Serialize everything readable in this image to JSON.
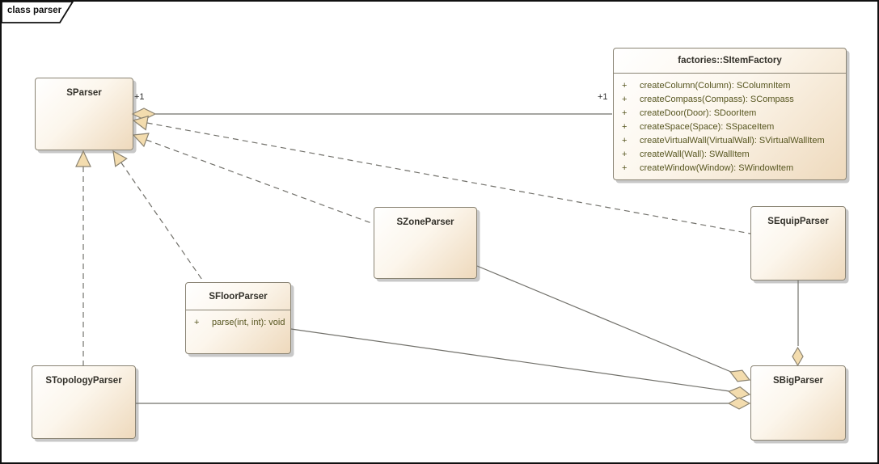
{
  "tab": {
    "label": "class parser"
  },
  "classes": {
    "sparser": {
      "name": "SParser"
    },
    "sitemfactory": {
      "name": "factories::SItemFactory",
      "methods": [
        {
          "visibility": "+",
          "signature": "createColumn(Column): SColumnItem"
        },
        {
          "visibility": "+",
          "signature": "createCompass(Compass): SCompass"
        },
        {
          "visibility": "+",
          "signature": "createDoor(Door): SDoorItem"
        },
        {
          "visibility": "+",
          "signature": "createSpace(Space): SSpaceItem"
        },
        {
          "visibility": "+",
          "signature": "createVirtualWall(VirtualWall): SVirtualWallItem"
        },
        {
          "visibility": "+",
          "signature": "createWall(Wall): SWallItem"
        },
        {
          "visibility": "+",
          "signature": "createWindow(Window): SWindowItem"
        }
      ]
    },
    "szoneparser": {
      "name": "SZoneParser"
    },
    "sequipparser": {
      "name": "SEquipParser"
    },
    "sfloorparser": {
      "name": "SFloorParser",
      "methods": [
        {
          "visibility": "+",
          "signature": "parse(int, int): void"
        }
      ]
    },
    "stopologyparser": {
      "name": "STopologyParser"
    },
    "sbigparser": {
      "name": "SBigParser"
    }
  },
  "labels": {
    "sparser_end_multiplicity": "+1",
    "factory_end_multiplicity": "+1"
  },
  "relations": [
    {
      "type": "aggregation",
      "owner": "SParser",
      "part": "factories::SItemFactory",
      "owner_multiplicity": "+1",
      "part_multiplicity": "+1"
    },
    {
      "type": "realization",
      "from": "STopologyParser",
      "to": "SParser"
    },
    {
      "type": "realization",
      "from": "SFloorParser",
      "to": "SParser"
    },
    {
      "type": "realization",
      "from": "SZoneParser",
      "to": "SParser"
    },
    {
      "type": "realization",
      "from": "SEquipParser",
      "to": "SParser"
    },
    {
      "type": "aggregation",
      "owner": "SBigParser",
      "part": "SZoneParser"
    },
    {
      "type": "aggregation",
      "owner": "SBigParser",
      "part": "SFloorParser"
    },
    {
      "type": "aggregation",
      "owner": "SBigParser",
      "part": "STopologyParser"
    },
    {
      "type": "aggregation",
      "owner": "SBigParser",
      "part": "SEquipParser"
    }
  ],
  "colors": {
    "box_fill_start": "#ffffff",
    "box_fill_end": "#eed9bc",
    "box_border": "#8a8474",
    "shadow": "#c8c8c8",
    "connector": "#72716b",
    "arrowhead_fill": "#f3dcae",
    "title_text": "#33312a",
    "method_text": "#56551f",
    "frame_border": "#101010"
  }
}
